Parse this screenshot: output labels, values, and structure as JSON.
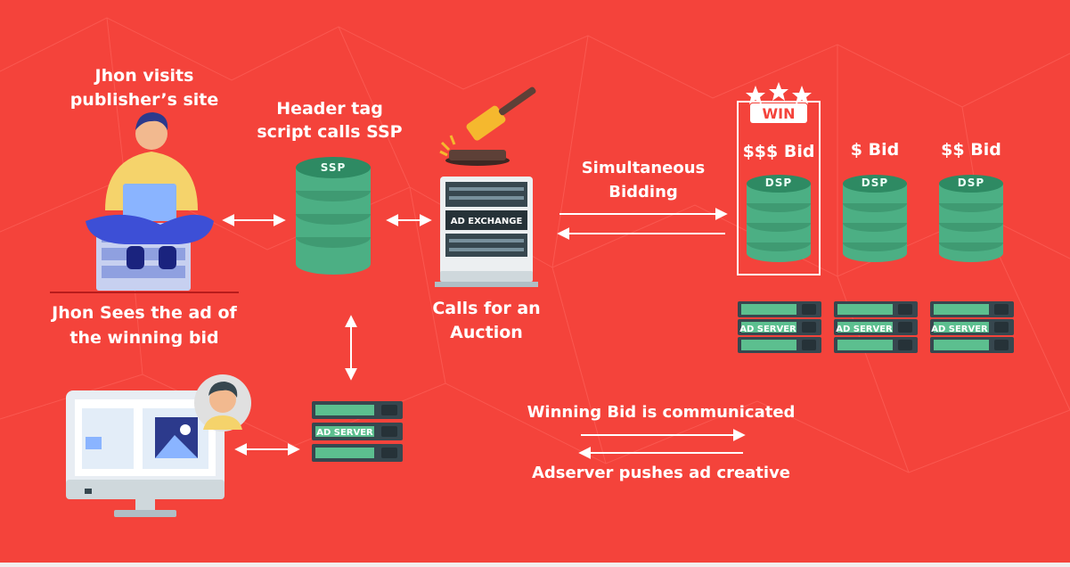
{
  "colors": {
    "background": "#f4433b",
    "db_green": "#4caf84",
    "db_dark": "#2e8a63",
    "server_gray": "#37474f",
    "server_green": "#5cbf8f"
  },
  "labels": {
    "jhon_visits_1": "Jhon visits",
    "jhon_visits_2": "publisher’s site",
    "header_tag_1": "Header tag",
    "header_tag_2": "script calls SSP",
    "jhon_sees_1": "Jhon Sees the ad of",
    "jhon_sees_2": "the winning bid",
    "calls_auction_1": "Calls for an",
    "calls_auction_2": "Auction",
    "simultaneous_1": "Simultaneous",
    "simultaneous_2": "Bidding",
    "winning_bid": "Winning Bid is communicated",
    "adserver_pushes": "Adserver pushes ad creative"
  },
  "ssp": {
    "label": "SSP"
  },
  "ad_exchange": {
    "label": "AD EXCHANGE"
  },
  "ad_server": {
    "label": "AD SERVER"
  },
  "win_badge": "WIN",
  "dsps": [
    {
      "bid": "$$$ Bid",
      "label": "DSP"
    },
    {
      "bid": "$ Bid",
      "label": "DSP"
    },
    {
      "bid": "$$ Bid",
      "label": "DSP"
    }
  ],
  "icons": [
    "user-laptop-icon",
    "monitor-icon",
    "avatar-icon",
    "gavel-icon",
    "database-icon",
    "server-rack-icon",
    "star-icon",
    "double-arrow-icon"
  ]
}
